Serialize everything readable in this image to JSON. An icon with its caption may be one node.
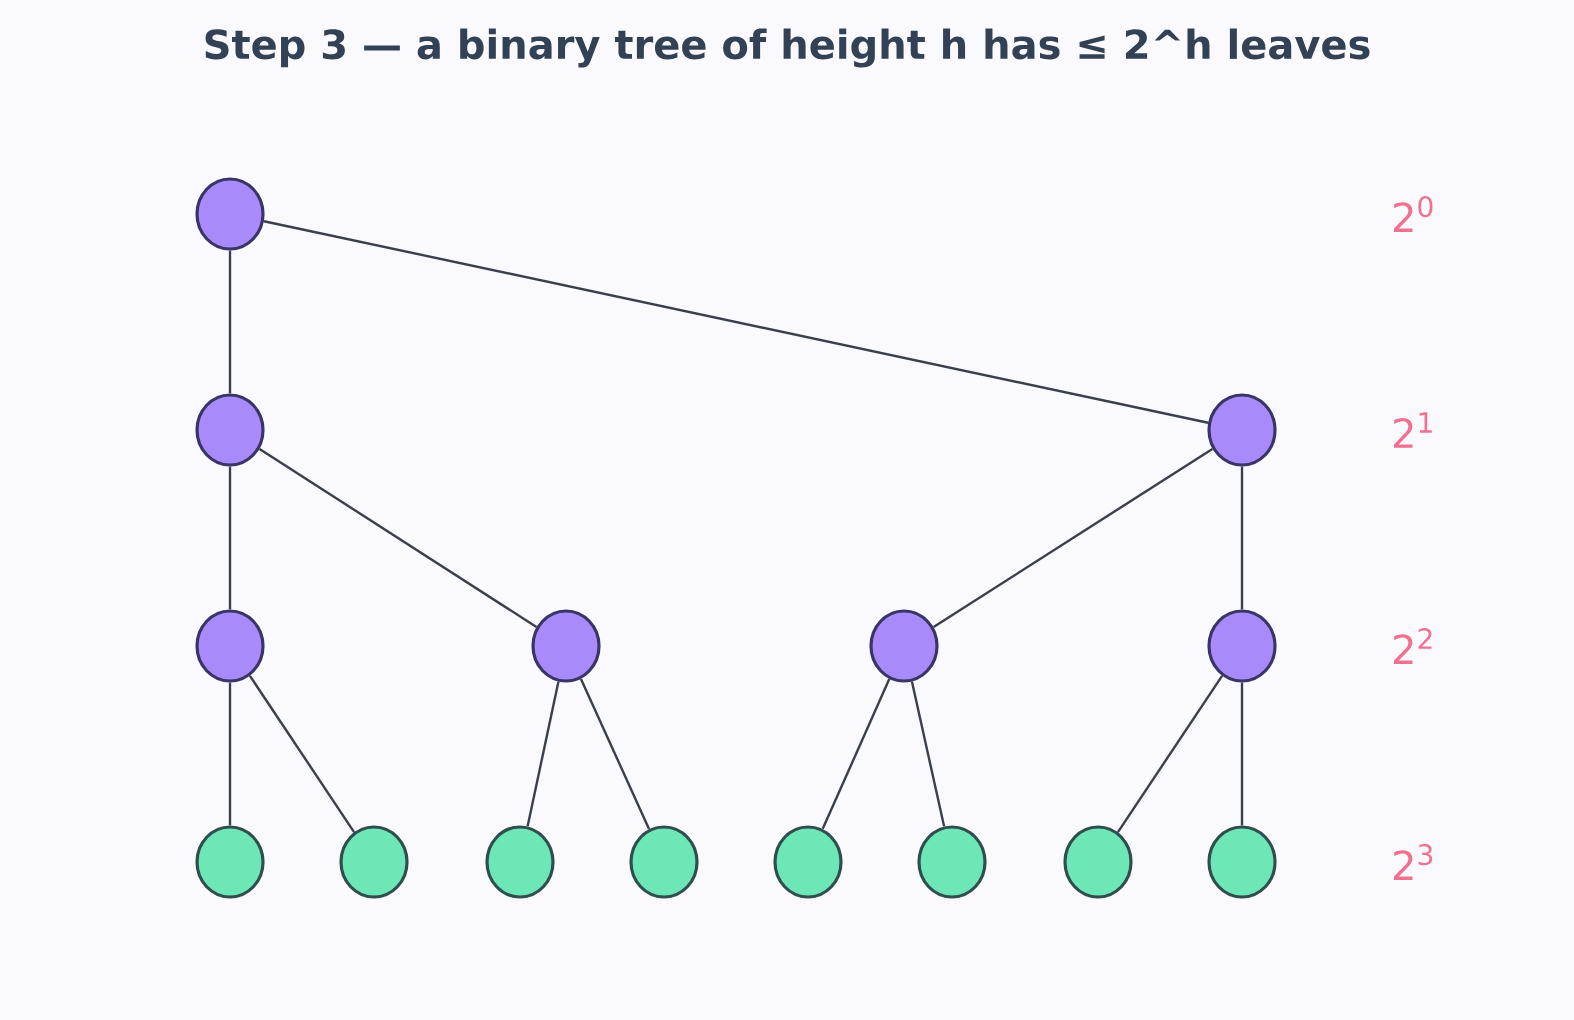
{
  "diagram": {
    "title": "Step 3 — a binary tree of height h has ≤ 2^h leaves",
    "nodes": [
      {
        "text": [],
        "shape": "circle"
      },
      {
        "text": [],
        "shape": "circle"
      },
      {
        "text": [],
        "shape": "circle"
      },
      {
        "text": [],
        "shape": "circle"
      },
      {
        "text": [],
        "shape": "circle"
      },
      {
        "text": [],
        "shape": "circle"
      },
      {
        "text": [],
        "shape": "circle"
      },
      {
        "text": [],
        "shape": "circle"
      },
      {
        "text": [],
        "shape": "circle"
      },
      {
        "text": [],
        "shape": "circle"
      },
      {
        "text": [],
        "shape": "circle"
      },
      {
        "text": [],
        "shape": "circle"
      },
      {
        "text": [],
        "shape": "circle"
      },
      {
        "text": [],
        "shape": "circle"
      },
      {
        "text": [],
        "shape": "circle"
      }
    ],
    "edges": [
      {
        "from": 0,
        "to": 1,
        "arrow": "none"
      },
      {
        "from": 0,
        "to": 2,
        "arrow": "none"
      },
      {
        "from": 1,
        "to": 3,
        "arrow": "none"
      },
      {
        "from": 1,
        "to": 4,
        "arrow": "none"
      },
      {
        "from": 2,
        "to": 5,
        "arrow": "none"
      },
      {
        "from": 2,
        "to": 6,
        "arrow": "none"
      },
      {
        "from": 3,
        "to": 7,
        "arrow": "none"
      },
      {
        "from": 3,
        "to": 8,
        "arrow": "none"
      },
      {
        "from": 4,
        "to": 9,
        "arrow": "none"
      },
      {
        "from": 4,
        "to": 10,
        "arrow": "none"
      },
      {
        "from": 5,
        "to": 11,
        "arrow": "none"
      },
      {
        "from": 5,
        "to": 12,
        "arrow": "none"
      },
      {
        "from": 6,
        "to": 13,
        "arrow": "none"
      },
      {
        "from": 6,
        "to": 14,
        "arrow": "none"
      }
    ],
    "labels": [
      "2$^{0}$",
      "2$^{1}$",
      "2$^{2}$",
      "2$^{3}$"
    ]
  }
}
